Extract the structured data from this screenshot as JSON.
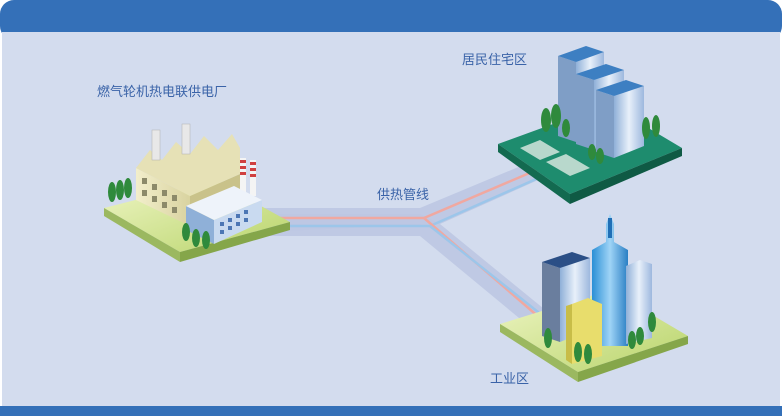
{
  "labels": {
    "power_plant": "燃气轮机热电联供电厂",
    "pipeline": "供热管线",
    "residential": "居民住宅区",
    "industrial": "工业区"
  },
  "colors": {
    "header": "#3470b8",
    "panel": "#d3dcee",
    "label_text": "#3a63a8",
    "pipe_hot": "#f0a8a0",
    "pipe_cold": "#9cc6ea"
  }
}
